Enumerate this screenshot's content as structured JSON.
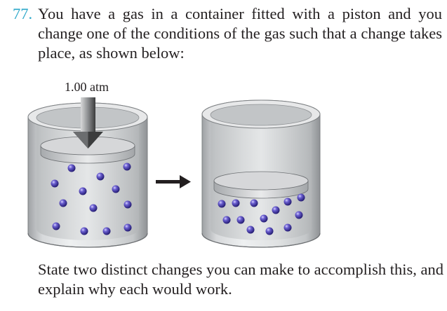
{
  "question": {
    "number": "77.",
    "text": "You have a gas in a container fitted with a piston and you change one of the conditions of the gas such that a change takes place, as shown below:"
  },
  "figure": {
    "pressure_label": "1.00 atm",
    "colors": {
      "glass": "#c9cbcd",
      "glass_dark": "#8d9093",
      "piston": "#d9dadc",
      "molecule": "#4a3fa8",
      "arrow": "#231f20"
    }
  },
  "footer": {
    "text": "State two distinct changes you can make to accomplish this, and explain why each would work."
  }
}
